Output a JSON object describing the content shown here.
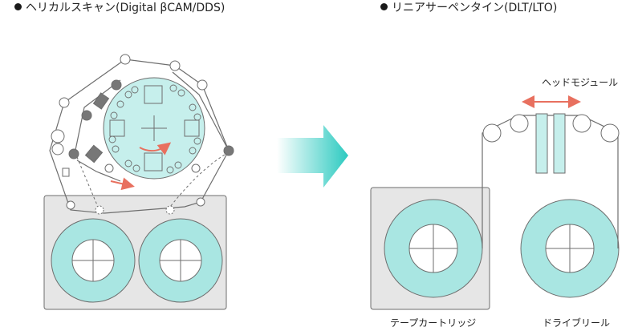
{
  "left_section": {
    "heading": "ヘリカルスキャン(Digital βCAM/DDS)"
  },
  "right_section": {
    "heading": "リニアサーペンタイン(DLT/LTO)",
    "head_module_label": "ヘッドモジュール",
    "cartridge_label": "テープカートリッジ",
    "drive_reel_label": "ドライブリール"
  },
  "colors": {
    "reel_fill": "#a9e6e2",
    "drum_fill": "#c6efec",
    "accent_arrow": "#e8705f",
    "tape_line": "#6e6e6e",
    "cassette_fill": "#e6e6e6",
    "roller_dark": "#777777",
    "arrow_gradient_start": "#ffffff",
    "arrow_gradient_end": "#2ccac0"
  },
  "icons": [
    "bullet-dot-icon",
    "transition-arrow-icon",
    "direction-arrow-icon",
    "head-travel-arrow-icon"
  ]
}
